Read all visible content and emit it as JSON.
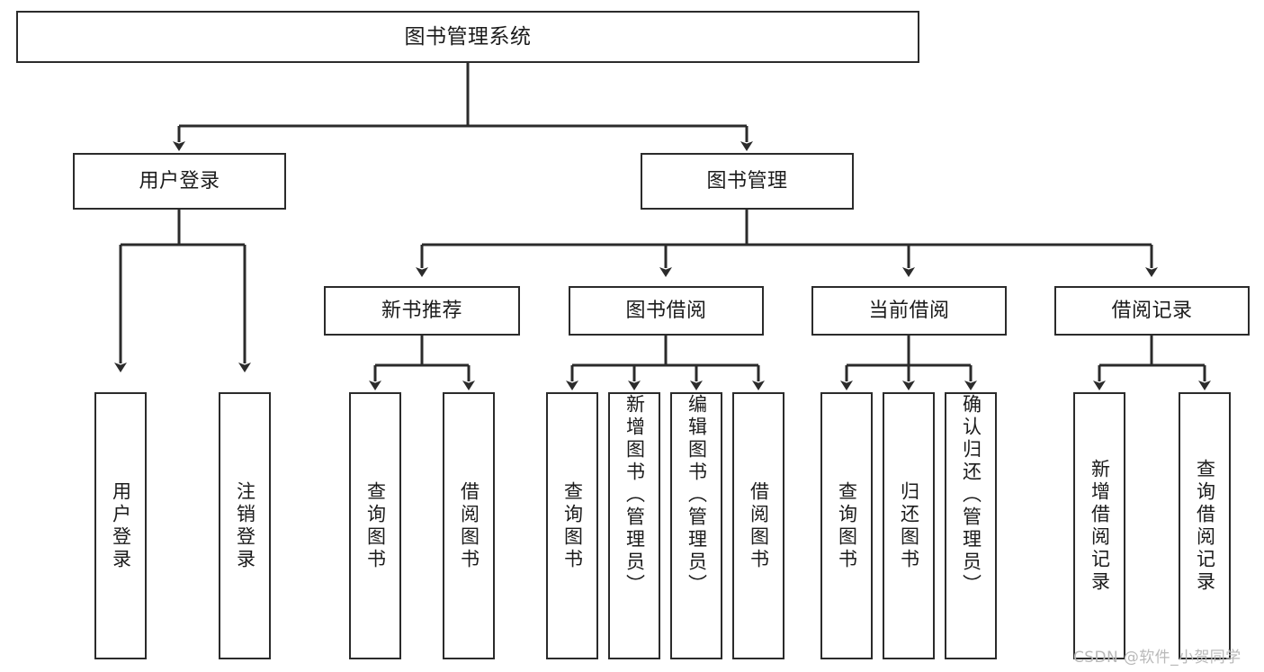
{
  "diagram": {
    "type": "tree-hierarchy",
    "title": "图书管理系统",
    "levels": 4,
    "root": {
      "id": "root",
      "label": "图书管理系统"
    },
    "level2": [
      {
        "id": "user-login",
        "label": "用户登录"
      },
      {
        "id": "book-manage",
        "label": "图书管理"
      }
    ],
    "level3": [
      {
        "id": "new-book-recommend",
        "label": "新书推荐",
        "parent": "book-manage"
      },
      {
        "id": "book-borrow",
        "label": "图书借阅",
        "parent": "book-manage"
      },
      {
        "id": "current-borrow",
        "label": "当前借阅",
        "parent": "book-manage"
      },
      {
        "id": "borrow-record",
        "label": "借阅记录",
        "parent": "book-manage"
      }
    ],
    "leaves": [
      {
        "id": "leaf-user-login",
        "label": "用户登录",
        "parent": "user-login"
      },
      {
        "id": "leaf-user-logout",
        "label": "注销登录",
        "parent": "user-login"
      },
      {
        "id": "leaf-query-book-1",
        "label": "查询图书",
        "parent": "new-book-recommend"
      },
      {
        "id": "leaf-borrow-book-1",
        "label": "借阅图书",
        "parent": "new-book-recommend"
      },
      {
        "id": "leaf-query-book-2",
        "label": "查询图书",
        "parent": "book-borrow"
      },
      {
        "id": "leaf-add-book",
        "label": "新增图书（管理员）",
        "parent": "book-borrow"
      },
      {
        "id": "leaf-edit-book",
        "label": "编辑图书（管理员）",
        "parent": "book-borrow"
      },
      {
        "id": "leaf-borrow-book-2",
        "label": "借阅图书",
        "parent": "book-borrow"
      },
      {
        "id": "leaf-query-book-3",
        "label": "查询图书",
        "parent": "current-borrow"
      },
      {
        "id": "leaf-return-book",
        "label": "归还图书",
        "parent": "current-borrow"
      },
      {
        "id": "leaf-confirm-return",
        "label": "确认归还（管理员）",
        "parent": "current-borrow"
      },
      {
        "id": "leaf-add-record",
        "label": "新增借阅记录",
        "parent": "borrow-record"
      },
      {
        "id": "leaf-query-record",
        "label": "查询借阅记录",
        "parent": "borrow-record"
      }
    ],
    "colors": {
      "stroke": "#2b2b2b",
      "fill": "#ffffff",
      "text": "#1b1b1b",
      "watermark": "#b9b9b9"
    }
  },
  "watermark": {
    "text": "CSDN @软件_小贺同学"
  }
}
